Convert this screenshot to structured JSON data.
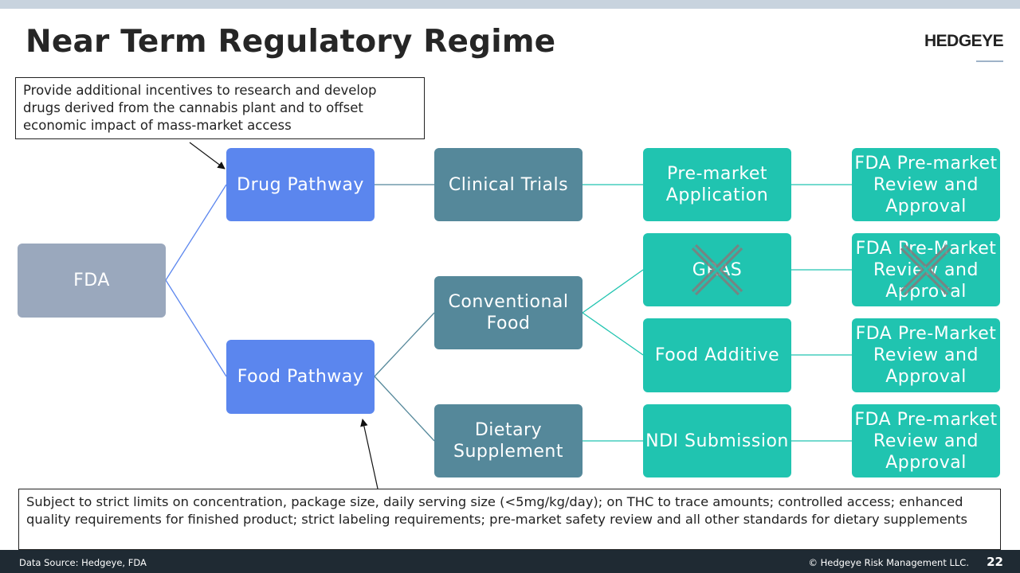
{
  "header": {
    "title": "Near Term Regulatory Regime",
    "logo": "HEDGEYE"
  },
  "callouts": {
    "drug": "Provide additional incentives to research and develop drugs derived from the cannabis plant and to offset economic impact of mass-market access",
    "food": "Subject to strict limits on concentration, package size, daily serving size (<5mg/kg/day); on THC to trace amounts; controlled access; enhanced quality requirements for finished product; strict labeling requirements; pre-market safety review and all other standards for dietary supplements"
  },
  "nodes": {
    "fda": "FDA",
    "drug_pathway": "Drug Pathway",
    "food_pathway": "Food Pathway",
    "clinical_trials": "Clinical Trials",
    "conventional_food": "Conventional Food",
    "dietary_supplement": "Dietary Supplement",
    "premarket_application": "Pre-market Application",
    "gras": "GRAS",
    "food_additive": "Food Additive",
    "ndi_submission": "NDI Submission",
    "fda_review_1": "FDA Pre-market Review and Approval",
    "fda_review_2": "FDA Pre-Market Review and Approval",
    "fda_review_3": "FDA Pre-Market Review and Approval",
    "fda_review_4": "FDA Pre-market Review and Approval"
  },
  "struck_out": [
    "GRAS",
    "FDA Pre-Market Review and Approval (GRAS path)"
  ],
  "colors": {
    "fda": "#9aa8bd",
    "pathway": "#5b86ee",
    "category": "#55889a",
    "step": "#20c4b0",
    "footer": "#1f2a33"
  },
  "footer": {
    "source": "Data Source: Hedgeye, FDA",
    "copyright": "© Hedgeye Risk Management LLC.",
    "page": "22"
  }
}
